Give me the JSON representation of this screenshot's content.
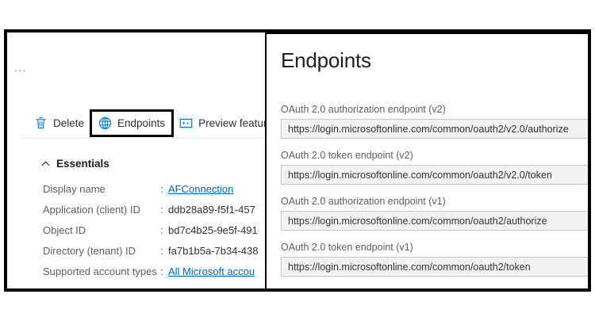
{
  "portal": {
    "overflow_menu": "...",
    "command_bar": {
      "items": [
        {
          "label": "Delete",
          "icon": "trash-icon",
          "highlighted": false
        },
        {
          "label": "Endpoints",
          "icon": "globe-icon",
          "highlighted": true
        },
        {
          "label": "Preview feature",
          "icon": "preview-features-icon",
          "highlighted": false
        }
      ]
    },
    "essentials": {
      "title": "Essentials",
      "collapse_icon": "chevron-up-icon",
      "rows": [
        {
          "label": "Display name",
          "separator": ":",
          "value": "AFConnection",
          "is_link": true
        },
        {
          "label": "Application (client) ID",
          "separator": ":",
          "value": "ddb28a89-f5f1-457",
          "is_link": false
        },
        {
          "label": "Object ID",
          "separator": ":",
          "value": "bd7c4b25-9e5f-491",
          "is_link": false
        },
        {
          "label": "Directory (tenant) ID",
          "separator": ":",
          "value": "fa7b1b5a-7b34-438",
          "is_link": false
        },
        {
          "label": "Supported account types",
          "separator": ":",
          "value": "All Microsoft accou",
          "is_link": true
        }
      ]
    }
  },
  "endpoints_panel": {
    "title": "Endpoints",
    "fields": [
      {
        "label": "OAuth 2.0 authorization endpoint (v2)",
        "value": "https://login.microsoftonline.com/common/oauth2/v2.0/authorize"
      },
      {
        "label": "OAuth 2.0 token endpoint (v2)",
        "value": "https://login.microsoftonline.com/common/oauth2/v2.0/token"
      },
      {
        "label": "OAuth 2.0 authorization endpoint (v1)",
        "value": "https://login.microsoftonline.com/common/oauth2/authorize"
      },
      {
        "label": "OAuth 2.0 token endpoint (v1)",
        "value": "https://login.microsoftonline.com/common/oauth2/token"
      }
    ]
  },
  "colors": {
    "accent_blue": "#0067b8",
    "icon_blue": "#0078d4",
    "frame_black": "#000000",
    "input_bg": "#f3f2f1",
    "input_border": "#c8c6c4",
    "label_gray": "#605e5c",
    "text_dark": "#323130"
  }
}
